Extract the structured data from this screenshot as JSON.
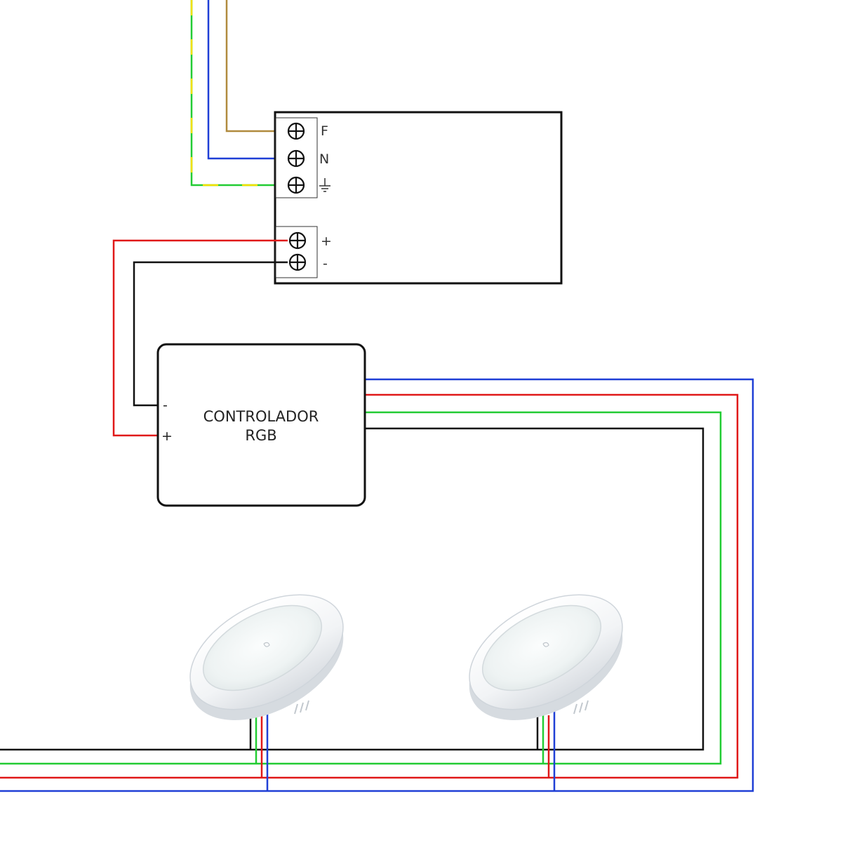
{
  "diagram": {
    "power_supply": {
      "ac_terminals": [
        "F",
        "N",
        "⏚"
      ],
      "dc_terminals": [
        "+",
        "-"
      ]
    },
    "controller": {
      "title_line1": "CONTROLADOR",
      "title_line2": "RGB",
      "pin_minus": "-",
      "pin_plus": "+"
    },
    "lamp_count": 2,
    "wire_colors": {
      "phase": "#b08a3e",
      "neutral": "#1f3fd6",
      "earth_green": "#22cc33",
      "earth_yellow": "#f2e100",
      "dc_positive": "#e01818",
      "dc_negative": "#111111",
      "rgb_blue": "#1f3fd6",
      "rgb_red": "#e01818",
      "rgb_green": "#22cc33",
      "rgb_common": "#111111"
    }
  }
}
